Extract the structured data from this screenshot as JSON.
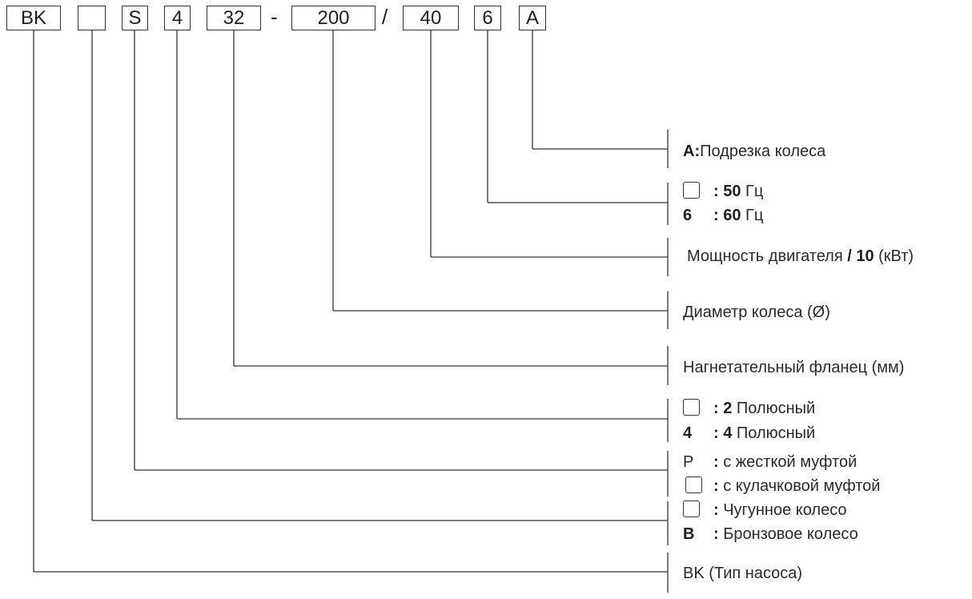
{
  "code": {
    "prefix": "BK",
    "impeller_material": "",
    "coupling": "S",
    "poles": "4",
    "flange": "32",
    "dash": "-",
    "impeller_diameter": "200",
    "slash": "/",
    "motor_power": "40",
    "frequency": "6",
    "trim": "A"
  },
  "legend": {
    "trim": {
      "key": "A",
      "sep": ":",
      "text": "Подрезка колеса"
    },
    "frequency": [
      {
        "key": "",
        "value": ": 50",
        "unit": " Гц"
      },
      {
        "key": "6",
        "value": ": 60",
        "unit": " Гц"
      }
    ],
    "motor_power": {
      "text": "Мощность двигателя ",
      "bold": "/ 10",
      "unit": " (кВт)"
    },
    "impeller_diameter": {
      "text": "Диаметр колеса (Ø)"
    },
    "flange": {
      "text": "Нагнетательный фланец (мм)"
    },
    "poles": [
      {
        "key": "",
        "value": ": 2",
        "text": " Полюсный"
      },
      {
        "key": "4",
        "value": ": 4",
        "text": " Полюсный"
      }
    ],
    "coupling": [
      {
        "key": "P",
        "sep": ":",
        "text": " с жесткой муфтой"
      },
      {
        "key": "",
        "sep": ":",
        "text": " с кулачковой муфтой"
      }
    ],
    "impeller_material": [
      {
        "key": "",
        "sep": ":",
        "text": " Чугунное колесо"
      },
      {
        "key": "B",
        "sep": ":",
        "text": " Бронзовое колесо"
      }
    ],
    "pump_type": {
      "text": "BK (Тип насоса)"
    }
  }
}
